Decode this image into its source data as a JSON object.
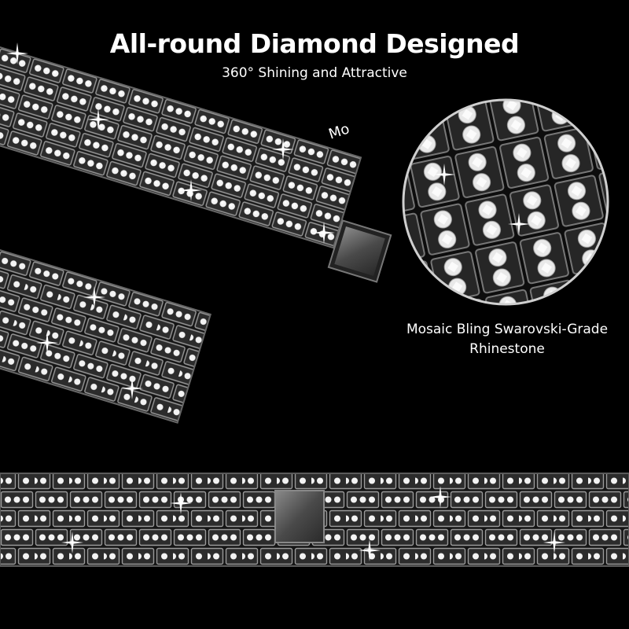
{
  "headline": {
    "title": "All-round Diamond Designed",
    "subtitle": "360° Shining and Attractive"
  },
  "callout": {
    "line1": "Mosaic Bling Swarovski-Grade",
    "line2": "Rhinestone"
  },
  "stray_text": "Mo",
  "colors": {
    "background": "#000000",
    "text": "#ffffff",
    "metal": "#3a3a3a",
    "metal_light": "#bdbdbd",
    "stone": "#f2f2f2"
  }
}
